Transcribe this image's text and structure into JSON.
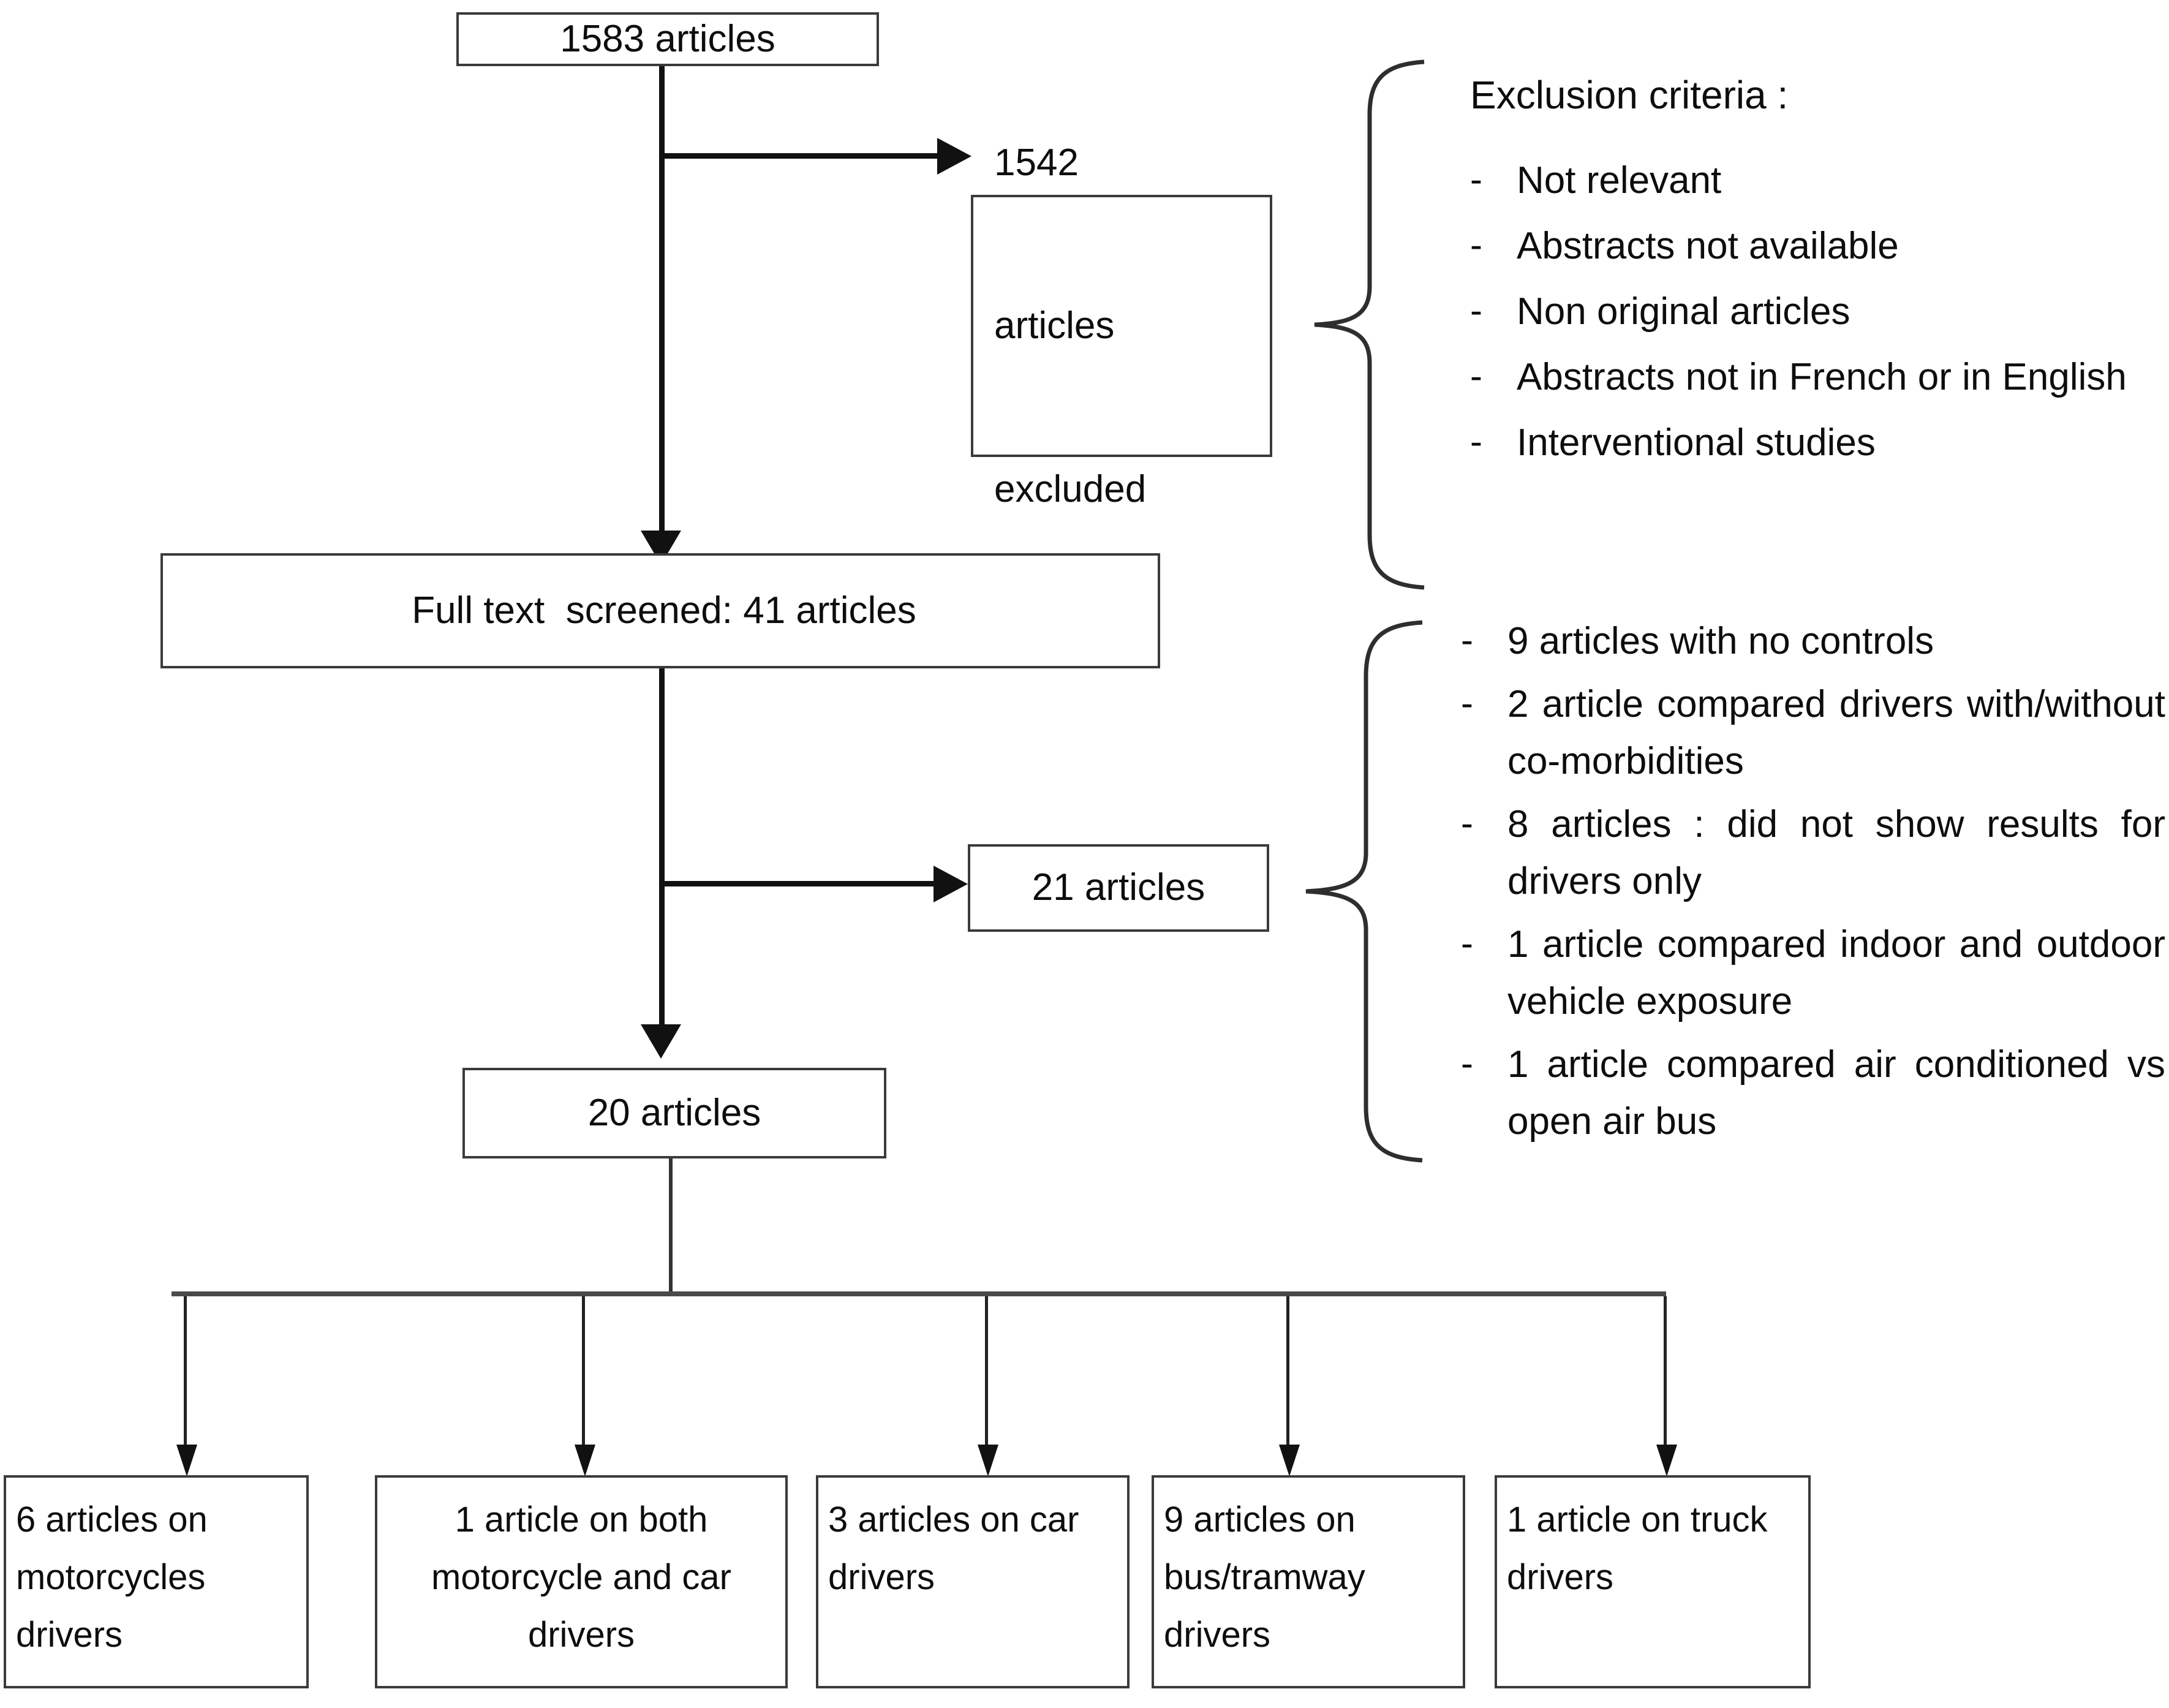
{
  "flow": {
    "box_identified": "1583 articles",
    "box_excluded": "1542\n\narticles\n\nexcluded",
    "box_fulltext": "Full text  screened: 41 articles",
    "box_excluded2": "21 articles",
    "box_included": "20 articles"
  },
  "exclusion_panel": {
    "title": "Exclusion criteria :",
    "bullet_marker": "-",
    "items": [
      "Not relevant",
      "Abstracts not available",
      "Non original articles",
      "Abstracts  not  in  French or in English",
      "Interventional studies"
    ]
  },
  "reasons_panel": {
    "bullet_marker": "-",
    "items": [
      "9 articles with no controls",
      "2    article    compared    drivers with/without co-morbidities",
      "8 articles : did  not  show  results for drivers only",
      "1  article  compared  indoor  and outdoor vehicle exposure",
      "1      article      compared      air conditioned vs  open air bus"
    ]
  },
  "leaf_boxes": [
    "6 articles on motorcycles drivers",
    "1 article on both motorcycle and car drivers",
    "3 articles on car drivers",
    "9 articles on bus/tramway drivers",
    "1 article on truck drivers"
  ],
  "colors": {
    "box_border": "#3b3b3b",
    "connector": "#111111",
    "text": "#0d0d0d",
    "background": "#ffffff"
  }
}
